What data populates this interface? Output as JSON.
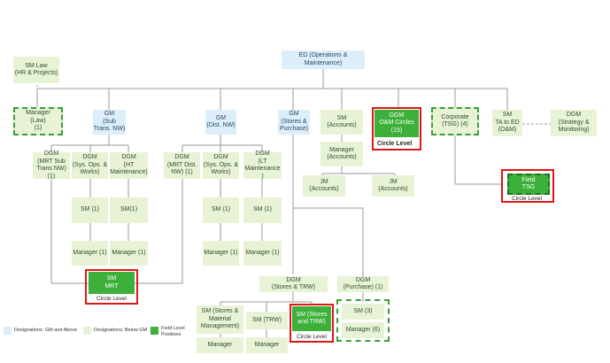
{
  "org": {
    "ed": "ED (Operations &\nMaintenance)",
    "sm_law": "SM Law\n(HR & Projects)",
    "mgr_law": "Manager\n(Law)\n(1)",
    "gm_subtrans": "GM\n(Sub\nTrans. NW)",
    "gm_dist": "GM\n(Dist. NW)",
    "gm_stores": "GM\n(Stores &\nPurchase)",
    "sm_accounts": "SM\n(Accounts)",
    "dgm_om": "DGM\nO&M Circles\n(15)",
    "corporate": "Corporate\n(TSG) (4)",
    "sm_ta": "SM\nTA to ED\n(O&M)",
    "dgm_strategy": "DGM\n(Strategy &\nMonitoring)",
    "dgm_mrt_sub": "DGM\n(MRT Sub\nTrans NW)\n(1)",
    "dgm_sysops1": "DGM\n(Sys. Ops. &\nWorks)",
    "dgm_ht": "DGM\n(HT\nMaintenance)",
    "dgm_mrt_dist": "DGM\n(MRT Dist.\nNW) (1)",
    "dgm_sysops2": "DGM\n(Sys. Ops. &\nWorks)",
    "dgm_lt": "DGM\n(LT\nMaintenance\n)",
    "mgr_accounts": "Manager\n(Accounts)",
    "jm_accounts1": "JM\n(Accounts)",
    "jm_accounts2": "JM\n(Accounts)",
    "field_tsg": "Field\nTSG",
    "sm1_a": "SM (1)",
    "sm1_b": "SM(1)",
    "sm1_c": "SM (1)",
    "sm1_d": "SM (1)",
    "mgr1_a": "Manager (1)",
    "mgr1_b": "Manager (1)",
    "mgr1_c": "Manager (1)",
    "mgr1_d": "Manager (1)",
    "sm_mrt": "SM\nMRT",
    "dgm_stores_trw": "DGM\n(Stores & TRW)",
    "dgm_purchase": "DGM\n(Purchase) (1)",
    "sm_stores_mm": "SM (Stores &\nMaterial\nManagement)",
    "sm_trw": "SM (TRW)",
    "sm_stores_trw": "SM (Stores\nand TRW)",
    "sm3": "SM (3)",
    "mgr6": "Manager (6)",
    "mgr_a": "Manager",
    "mgr_b": "Manager"
  },
  "captions": {
    "circle_level_om": "Circle Level",
    "circle_level_tsg": "Circle Level",
    "circle_level_mrt": "Circle Level",
    "circle_level_stores": "Circle Level"
  },
  "legend": {
    "gm_above": "Designations: GM and Above",
    "below_gm": "Designations: Below GM",
    "field_level": "Field Level\nPositions"
  },
  "colors": {
    "gm_above": "#dceefa",
    "below_gm": "#e8f3d6",
    "field_level": "#3db03a",
    "highlight": "#e01616",
    "dashed": "#3a9e3a"
  }
}
